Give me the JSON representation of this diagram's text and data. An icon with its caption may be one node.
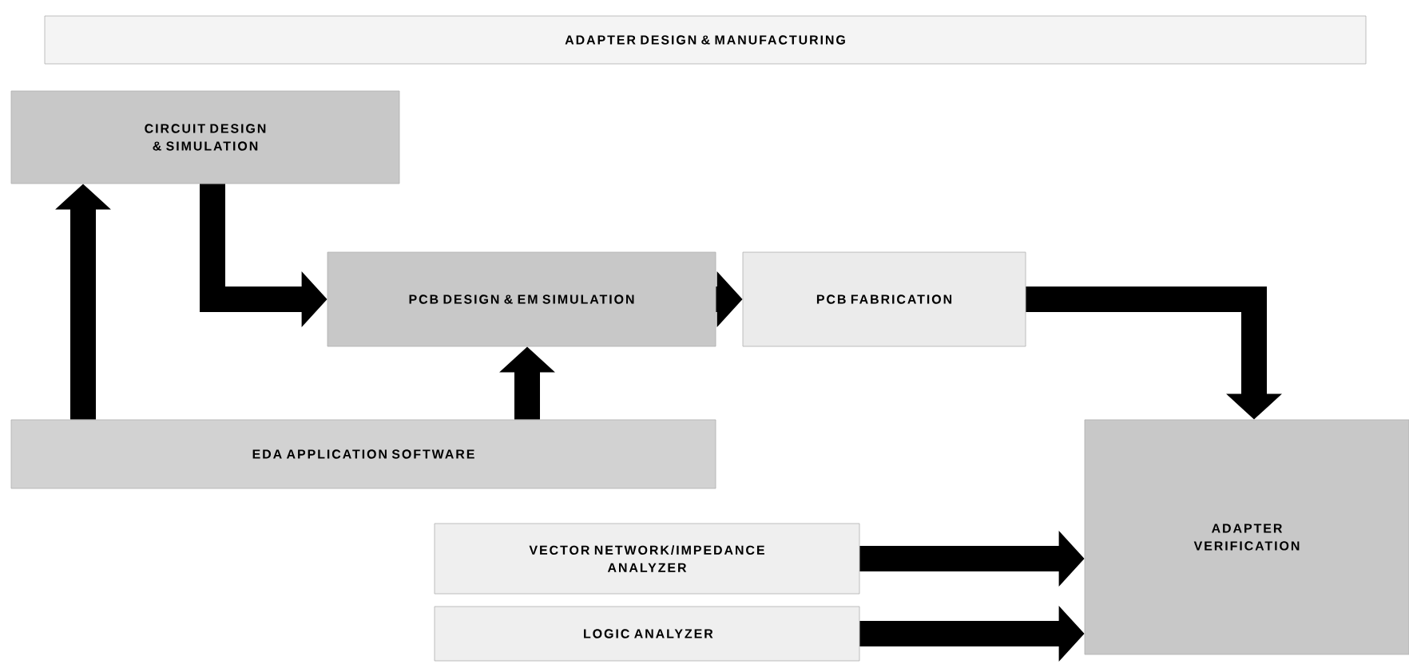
{
  "diagram": {
    "nodes": [
      {
        "text": [
          "ADAPTER DESIGN & MANUFACTURING"
        ]
      },
      {
        "text": [
          "CIRCUIT DESIGN & SIMULATION"
        ]
      },
      {
        "text": [
          "PCB DESIGN & EM SIMULATION"
        ]
      },
      {
        "text": [
          "PCB FABRICATION"
        ]
      },
      {
        "text": [
          "EDA APPLICATION SOFTWARE"
        ]
      },
      {
        "text": [
          "VECTOR NETWORK/IMPEDANCE ANALYZER"
        ]
      },
      {
        "text": [
          "LOGIC ANALYZER"
        ]
      },
      {
        "text": [
          "ADAPTER VERIFICATION"
        ]
      }
    ],
    "edges": [
      {
        "from": 1,
        "to": 2,
        "arrow": "to"
      },
      {
        "from": 4,
        "to": 1,
        "arrow": "to"
      },
      {
        "from": 4,
        "to": 2,
        "arrow": "to"
      },
      {
        "from": 2,
        "to": 3,
        "arrow": "to"
      },
      {
        "from": 3,
        "to": 7,
        "arrow": "to"
      },
      {
        "from": 5,
        "to": 7,
        "arrow": "to"
      },
      {
        "from": 6,
        "to": 7,
        "arrow": "to"
      }
    ]
  }
}
